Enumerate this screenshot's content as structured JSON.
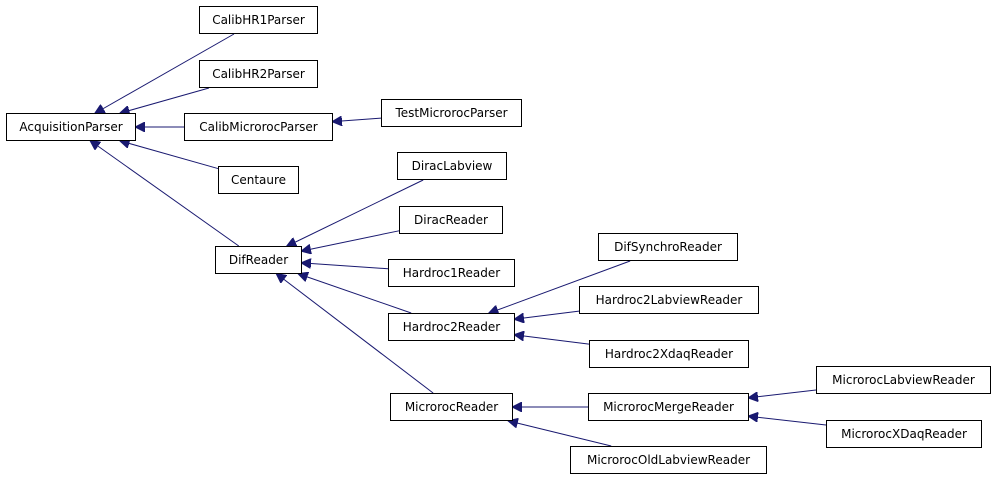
{
  "diagram": {
    "edge_color": "#191970",
    "nodes": {
      "acquisition_parser": "AcquisitionParser",
      "calib_hr1_parser": "CalibHR1Parser",
      "calib_hr2_parser": "CalibHR2Parser",
      "calib_microroc_parser": "CalibMicrorocParser",
      "test_microroc_parser": "TestMicrorocParser",
      "centaure": "Centaure",
      "dirac_labview": "DiracLabview",
      "dirac_reader": "DiracReader",
      "dif_reader": "DifReader",
      "hardroc1_reader": "Hardroc1Reader",
      "hardroc2_reader": "Hardroc2Reader",
      "microroc_reader": "MicrorocReader",
      "dif_synchro_reader": "DifSynchroReader",
      "hardroc2_labview_reader": "Hardroc2LabviewReader",
      "hardroc2_xdaq_reader": "Hardroc2XdaqReader",
      "microroc_merge_reader": "MicrorocMergeReader",
      "microroc_old_labview_reader": "MicrorocOldLabviewReader",
      "microroc_labview_reader": "MicrorocLabviewReader",
      "microroc_xdaq_reader": "MicrorocXDaqReader"
    },
    "inheritance": [
      {
        "child": "calib_hr1_parser",
        "parent": "acquisition_parser"
      },
      {
        "child": "calib_hr2_parser",
        "parent": "acquisition_parser"
      },
      {
        "child": "calib_microroc_parser",
        "parent": "acquisition_parser"
      },
      {
        "child": "centaure",
        "parent": "acquisition_parser"
      },
      {
        "child": "dif_reader",
        "parent": "acquisition_parser"
      },
      {
        "child": "test_microroc_parser",
        "parent": "calib_microroc_parser"
      },
      {
        "child": "dirac_labview",
        "parent": "dif_reader"
      },
      {
        "child": "dirac_reader",
        "parent": "dif_reader"
      },
      {
        "child": "hardroc1_reader",
        "parent": "dif_reader"
      },
      {
        "child": "hardroc2_reader",
        "parent": "dif_reader"
      },
      {
        "child": "microroc_reader",
        "parent": "dif_reader"
      },
      {
        "child": "dif_synchro_reader",
        "parent": "hardroc2_reader"
      },
      {
        "child": "hardroc2_labview_reader",
        "parent": "hardroc2_reader"
      },
      {
        "child": "hardroc2_xdaq_reader",
        "parent": "hardroc2_reader"
      },
      {
        "child": "microroc_merge_reader",
        "parent": "microroc_reader"
      },
      {
        "child": "microroc_old_labview_reader",
        "parent": "microroc_reader"
      },
      {
        "child": "microroc_labview_reader",
        "parent": "microroc_merge_reader"
      },
      {
        "child": "microroc_xdaq_reader",
        "parent": "microroc_merge_reader"
      }
    ]
  }
}
